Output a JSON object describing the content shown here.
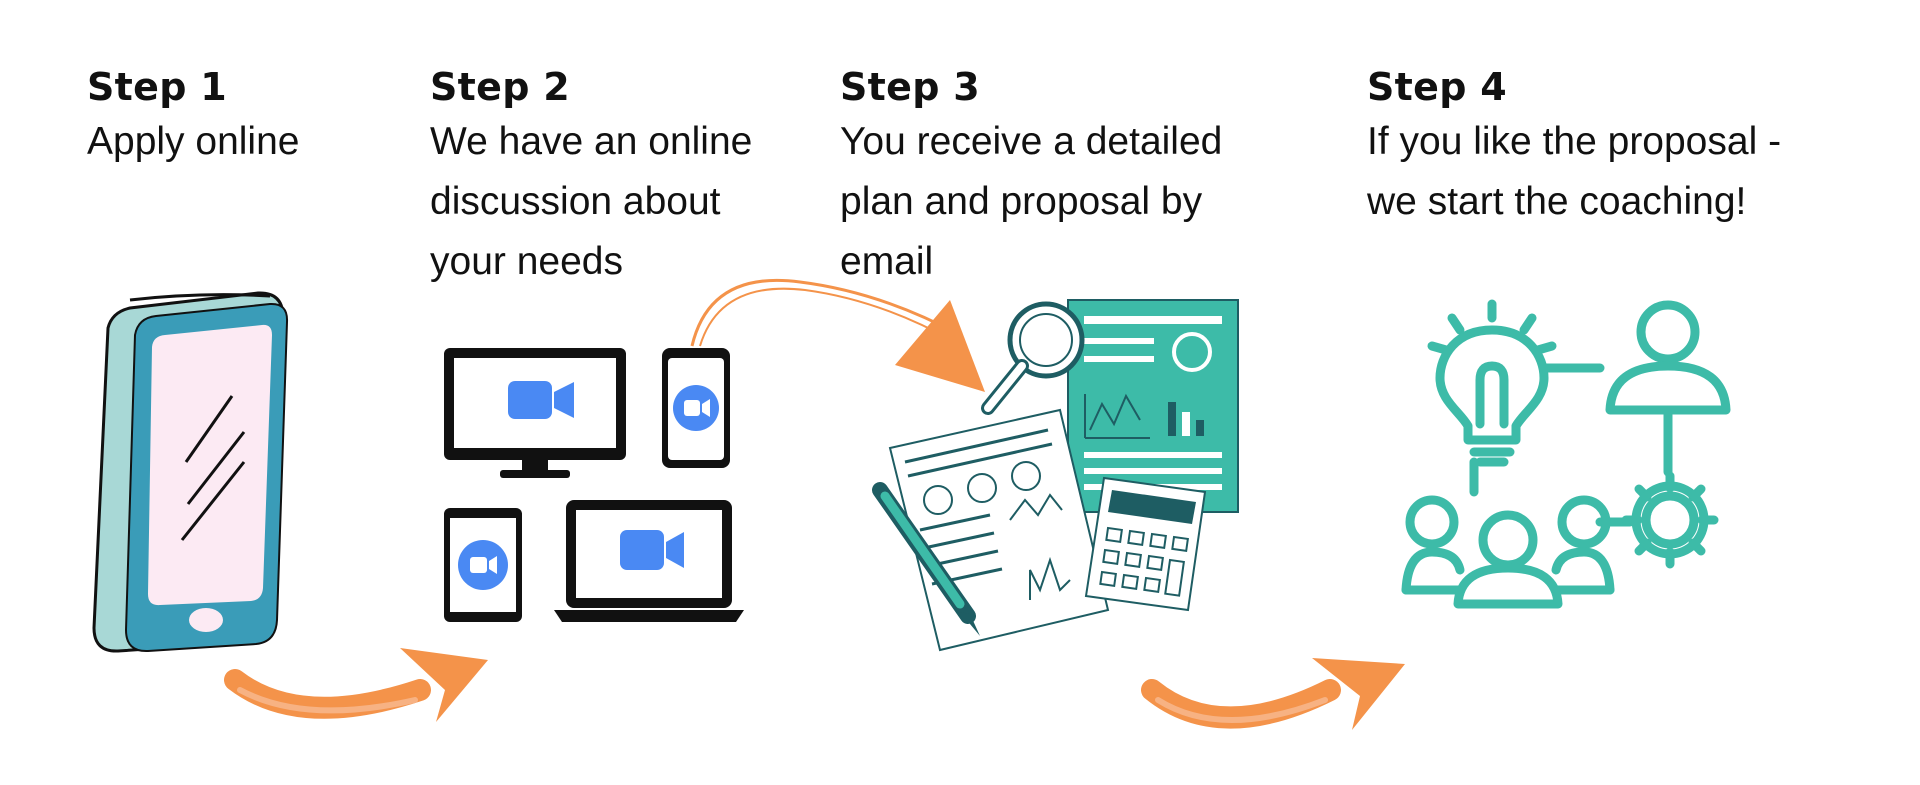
{
  "steps": [
    {
      "title": "Step 1",
      "text": [
        "Apply online"
      ]
    },
    {
      "title": "Step 2",
      "text": [
        "We have an online",
        "discussion about",
        "your needs"
      ]
    },
    {
      "title": "Step 3",
      "text": [
        "You receive a detailed",
        "plan and proposal by",
        "email"
      ]
    },
    {
      "title": "Step 4",
      "text": [
        "If you like the proposal -",
        "we start the coaching!"
      ]
    }
  ],
  "icons": {
    "step1": "smartphone-icon",
    "step2": "video-devices-icon",
    "step3": "report-documents-icon",
    "step4": "team-coaching-icon",
    "arrows": "orange-brush-arrow-icon"
  },
  "colors": {
    "text": "#111111",
    "teal": "#3DBBA8",
    "phone_teal": "#3A9CB8",
    "phone_light": "#A8D8D6",
    "screen_pink": "#FCEAF3",
    "arrow_orange": "#F4934A",
    "zoom_blue": "#4A89F3",
    "dark_teal": "#1E5D63"
  }
}
